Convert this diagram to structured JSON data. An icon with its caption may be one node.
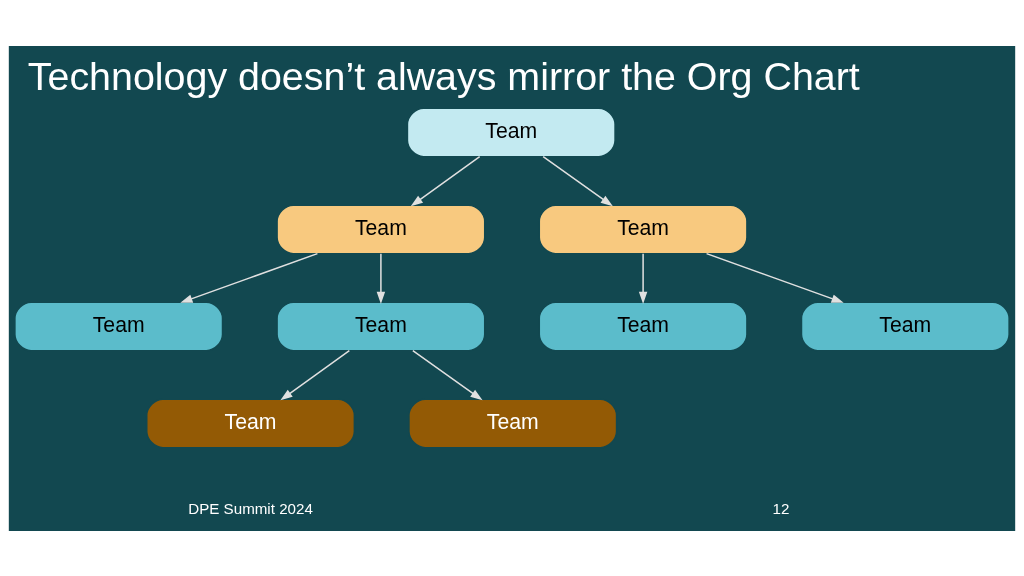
{
  "diagram": {
    "title": "Technology doesn’t always mirror the Org Chart",
    "nodes": [
      {
        "text": [
          "Team"
        ]
      },
      {
        "text": [
          "Team"
        ]
      },
      {
        "text": [
          "Team"
        ]
      },
      {
        "text": [
          "Team"
        ]
      },
      {
        "text": [
          "Team"
        ]
      },
      {
        "text": [
          "Team"
        ]
      },
      {
        "text": [
          "Team"
        ]
      },
      {
        "text": [
          "Team"
        ]
      },
      {
        "text": [
          "Team"
        ]
      }
    ],
    "edges": [
      {
        "from": 0,
        "to": 1,
        "arrow": "to"
      },
      {
        "from": 0,
        "to": 2,
        "arrow": "to"
      },
      {
        "from": 1,
        "to": 3,
        "arrow": "to"
      },
      {
        "from": 1,
        "to": 4,
        "arrow": "to"
      },
      {
        "from": 2,
        "to": 5,
        "arrow": "to"
      },
      {
        "from": 2,
        "to": 6,
        "arrow": "to"
      },
      {
        "from": 4,
        "to": 7,
        "arrow": "to"
      },
      {
        "from": 4,
        "to": 8,
        "arrow": "to"
      }
    ],
    "labels": [
      "DPE Summit 2024",
      "12"
    ]
  }
}
